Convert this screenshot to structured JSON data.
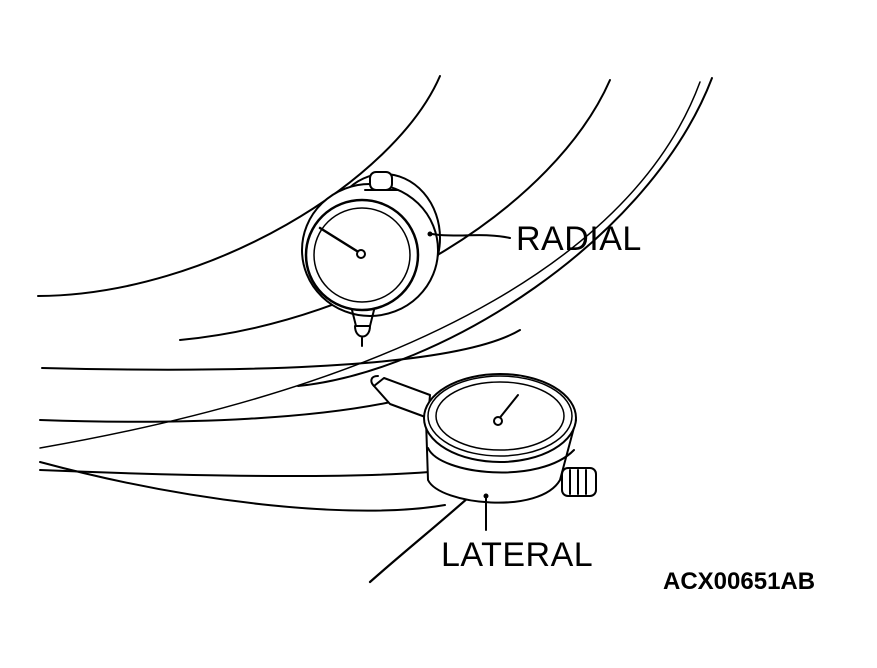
{
  "labels": {
    "radial": "RADIAL",
    "lateral": "LATERAL",
    "figure_code": "ACX00651AB"
  },
  "colors": {
    "ink": "#000000",
    "paper": "#ffffff"
  },
  "icons": {
    "radial_gauge": "dial-indicator-icon",
    "lateral_gauge": "dial-indicator-icon",
    "tire": "tire-icon"
  }
}
